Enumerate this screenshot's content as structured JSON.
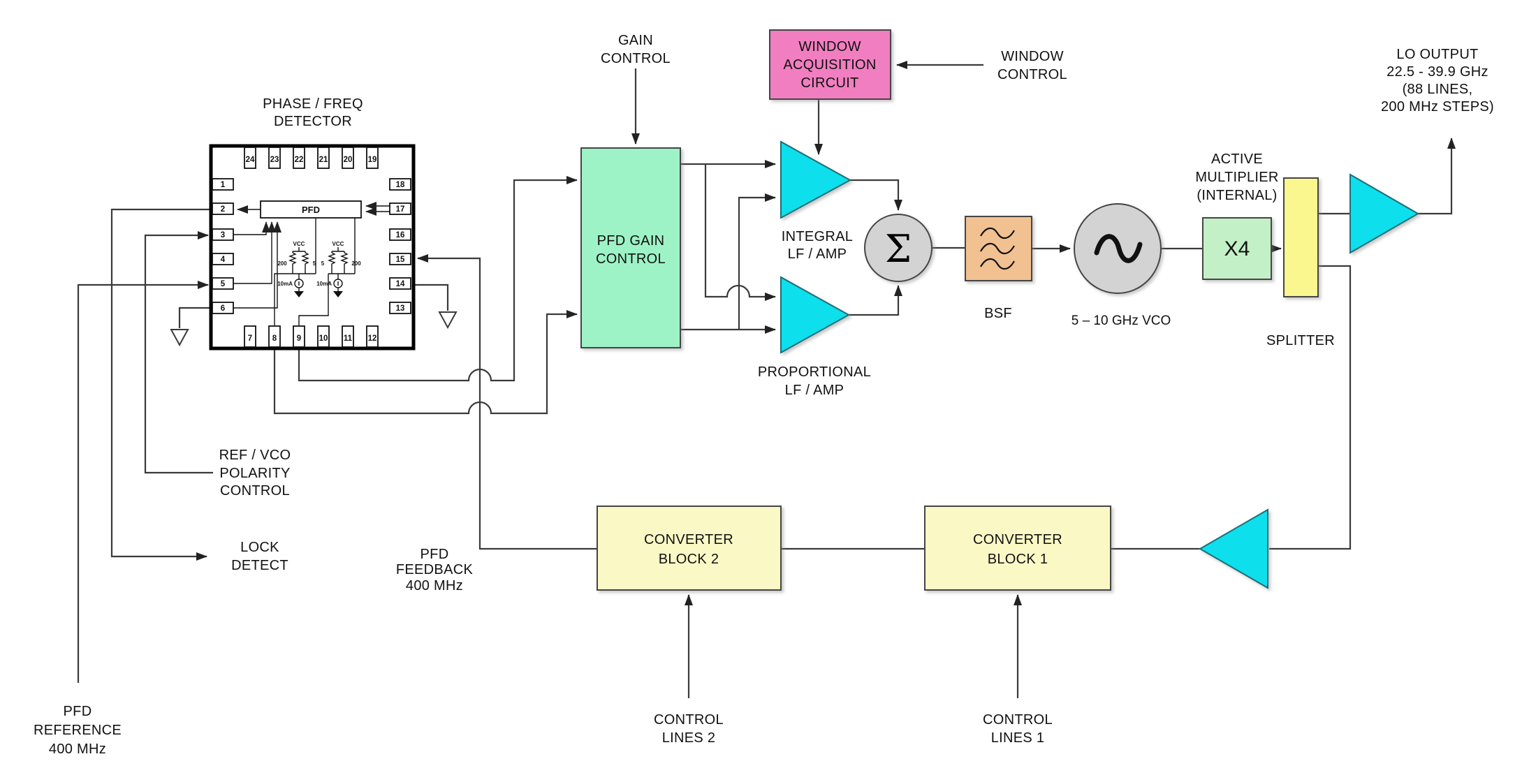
{
  "colors": {
    "background": "#FFFFFF",
    "line": "#3A3A3A",
    "pink": "#F17EC0",
    "mint_green": "#9DF3C6",
    "light_green": "#C3F0C6",
    "peach": "#F2C191",
    "pale_yellow": "#FAF9C6",
    "splitter_yellow": "#FAF78F",
    "cyan": "#0CE0EC",
    "gray": "#D3D3D3"
  },
  "labels": {
    "phase_freq_detector": [
      "PHASE / FREQ",
      "DETECTOR"
    ],
    "gain_control": [
      "GAIN",
      "CONTROL"
    ],
    "window_acquisition": [
      "WINDOW",
      "ACQUISITION",
      "CIRCUIT"
    ],
    "window_control": [
      "WINDOW",
      "CONTROL"
    ],
    "pfd_gain_control": [
      "PFD GAIN",
      "CONTROL"
    ],
    "integral_amp": [
      "INTEGRAL",
      "LF / AMP"
    ],
    "proportional_amp": [
      "PROPORTIONAL",
      "LF / AMP"
    ],
    "summer": "Σ",
    "bsf": "BSF",
    "vco": "5 – 10 GHz VCO",
    "active_multiplier": [
      "ACTIVE",
      "MULTIPLIER",
      "(INTERNAL)"
    ],
    "x4": "X4",
    "splitter": "SPLITTER",
    "lo_output": [
      "LO OUTPUT",
      "22.5 - 39.9 GHz",
      "(88 LINES,",
      "200 MHz STEPS)"
    ],
    "converter_block_2": [
      "CONVERTER",
      "BLOCK 2"
    ],
    "converter_block_1": [
      "CONVERTER",
      "BLOCK 1"
    ],
    "control_lines_2": [
      "CONTROL",
      "LINES 2"
    ],
    "control_lines_1": [
      "CONTROL",
      "LINES 1"
    ],
    "pfd_feedback": [
      "PFD",
      "FEEDBACK",
      "400 MHz"
    ],
    "ref_vco_polarity": [
      "REF / VCO",
      "POLARITY",
      "CONTROL"
    ],
    "lock_detect": [
      "LOCK",
      "DETECT"
    ],
    "pfd_reference": [
      "PFD",
      "REFERENCE",
      "400 MHz"
    ]
  },
  "chip": {
    "pins_left": [
      "1",
      "2",
      "3",
      "4",
      "5",
      "6"
    ],
    "pins_right": [
      "18",
      "17",
      "16",
      "15",
      "14",
      "13"
    ],
    "pins_top": [
      "24",
      "23",
      "22",
      "21",
      "20",
      "19"
    ],
    "pins_bottom": [
      "7",
      "8",
      "9",
      "10",
      "11",
      "12"
    ],
    "internal": {
      "pfd": "PFD",
      "vcc": "VCC",
      "r200": "200",
      "r5": "5",
      "current": "10mA"
    }
  }
}
